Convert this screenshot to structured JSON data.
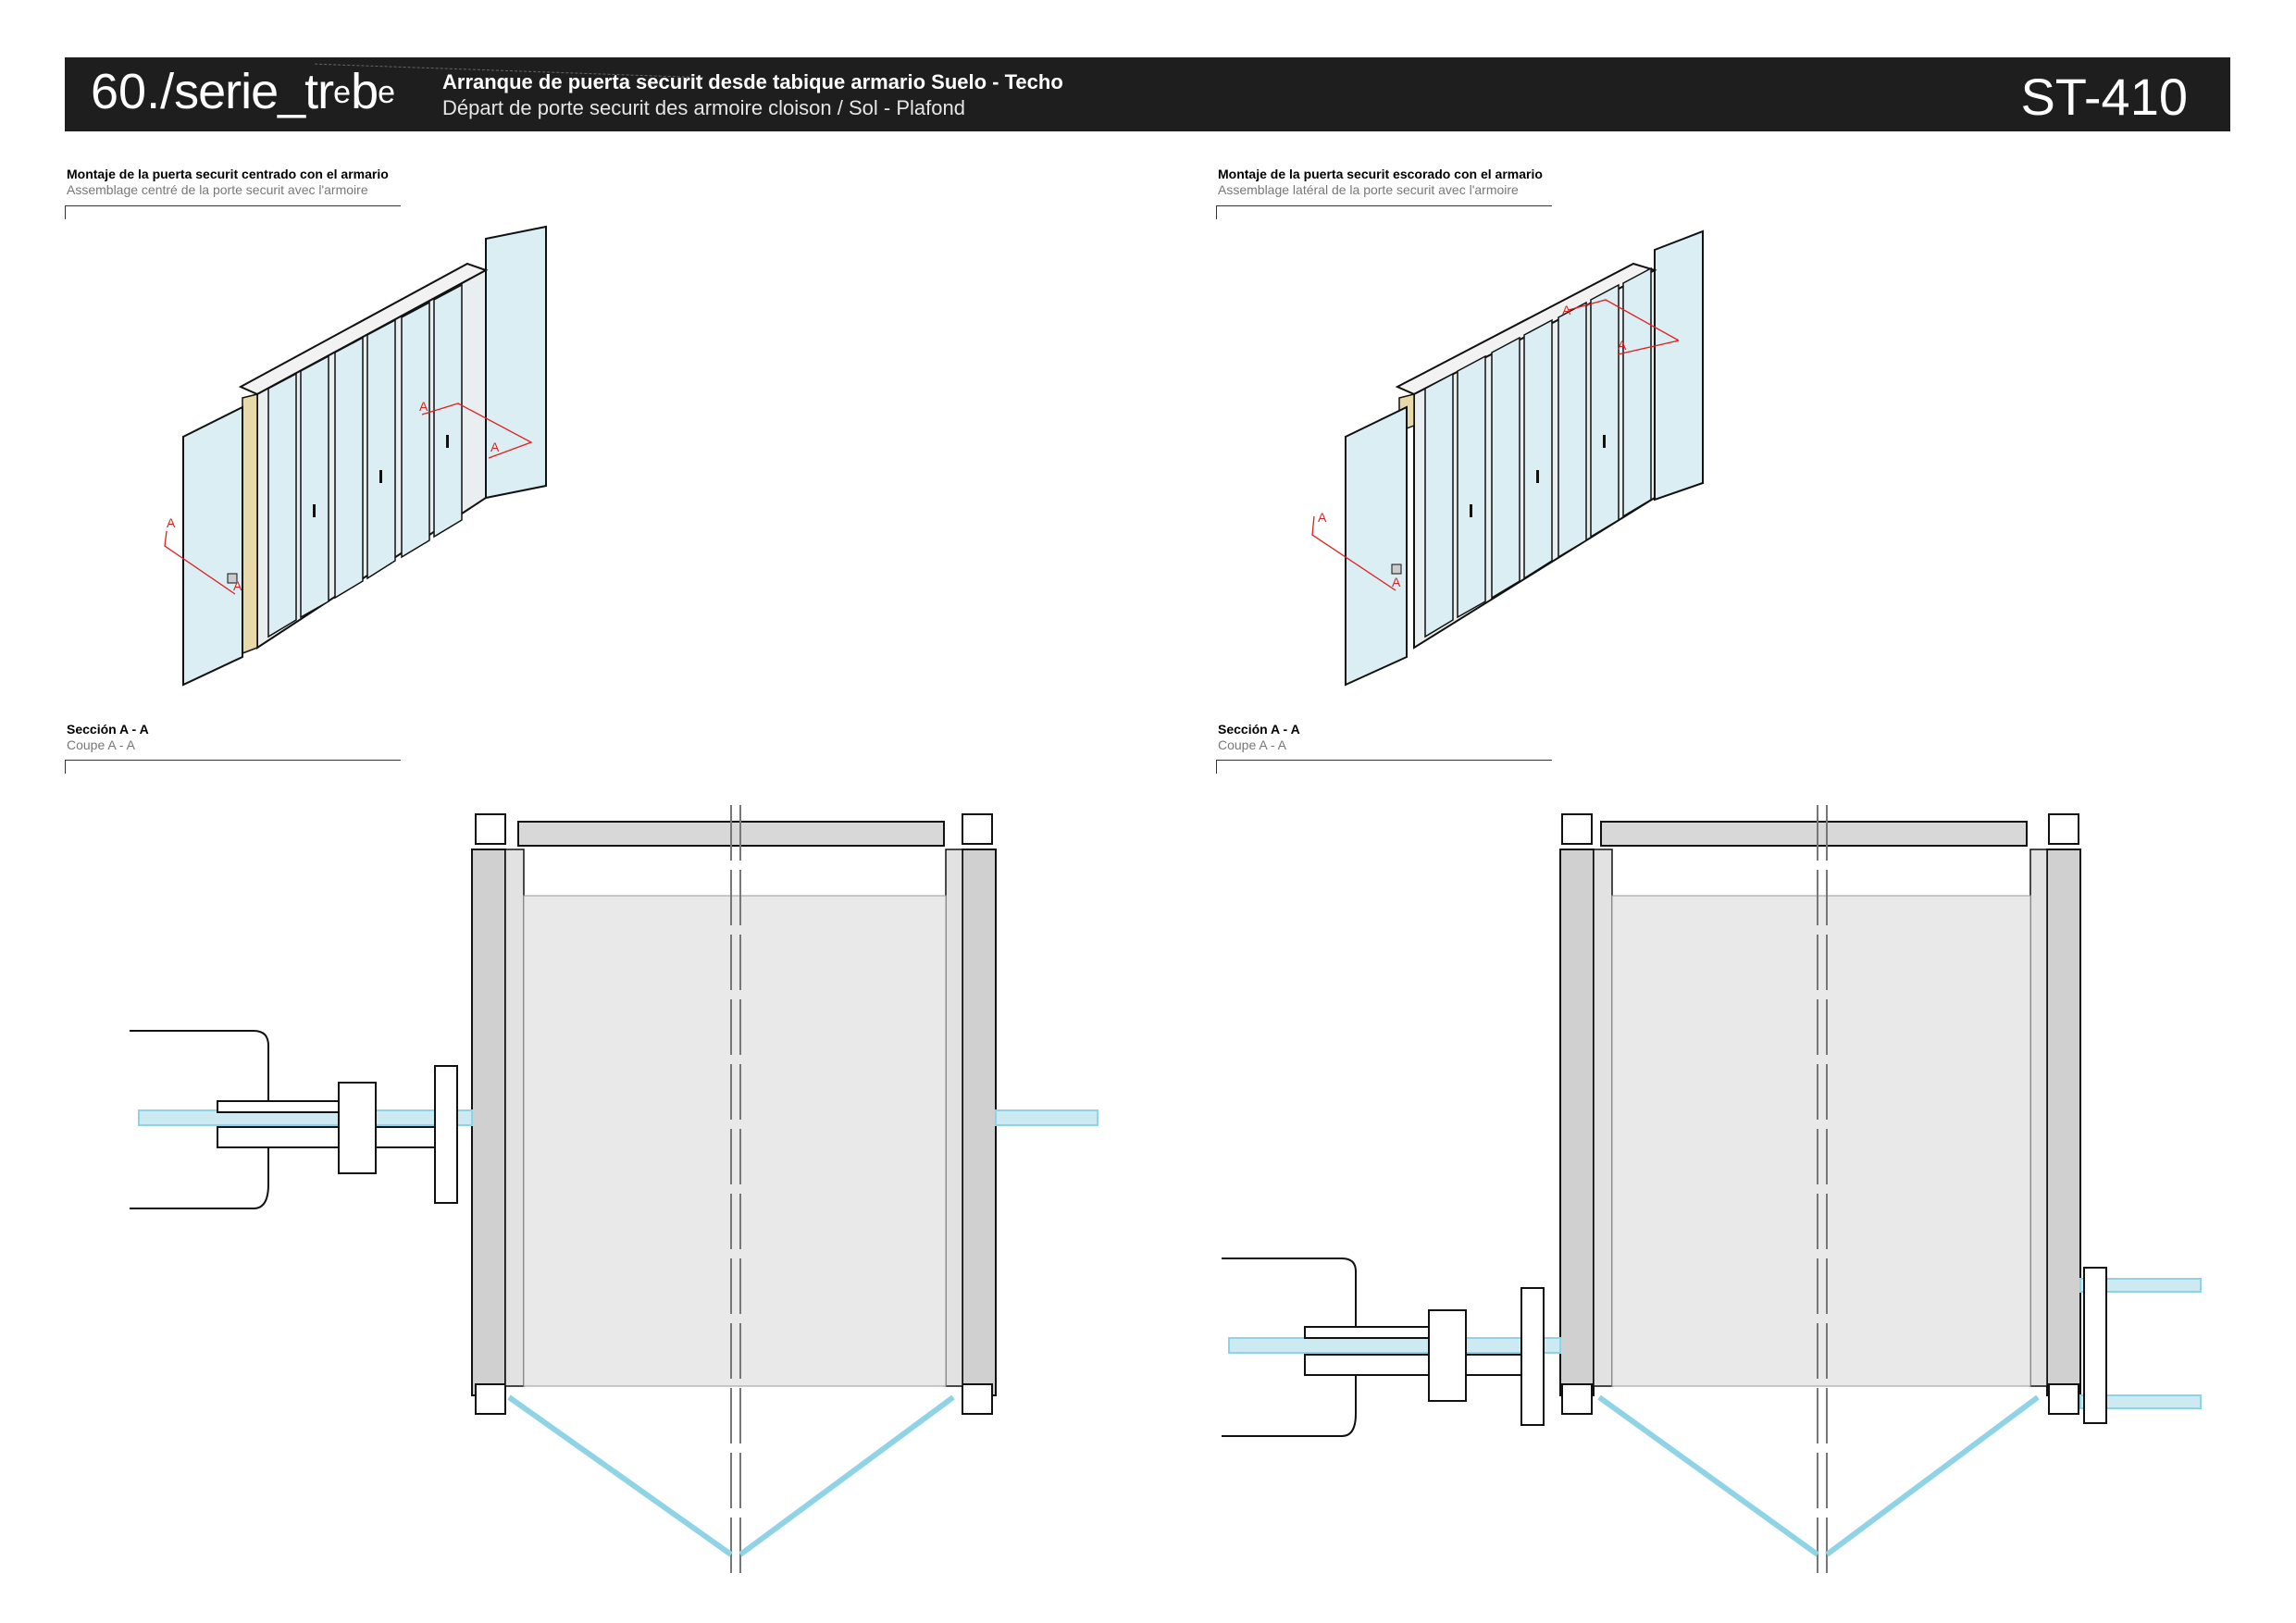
{
  "header": {
    "series_number": "60.",
    "series_slash": "/",
    "series_name": "serie_tr",
    "series_sup_e1": "e",
    "series_b": "b",
    "series_sup_e2": "e",
    "title_es": "Arranque de puerta securit desde tabique armario Suelo - Techo",
    "title_fr": "Départ de porte securit des armoire cloison /  Sol - Plafond",
    "code": "ST-410"
  },
  "views": [
    {
      "title_es": "Montaje de la puerta securit centrado con el armario",
      "title_fr": "Assemblage centré de la porte securit avec l'armoire"
    },
    {
      "title_es": "Montaje de la puerta securit escorado con el armario",
      "title_fr": "Assemblage latéral de la porte securit avec l'armoire"
    }
  ],
  "sections": [
    {
      "title_es": "Sección A - A",
      "title_fr": "Coupe A - A"
    },
    {
      "title_es": "Sección A - A",
      "title_fr": "Coupe A - A"
    }
  ],
  "section_mark": "A",
  "colors": {
    "header_bg": "#1e1e1e",
    "glass": "#dbeef3",
    "glass_edge": "#8fd3e6",
    "wood_edge": "#e8d9a8",
    "section_red": "#e02020",
    "core_grey": "#e9e9e9"
  }
}
